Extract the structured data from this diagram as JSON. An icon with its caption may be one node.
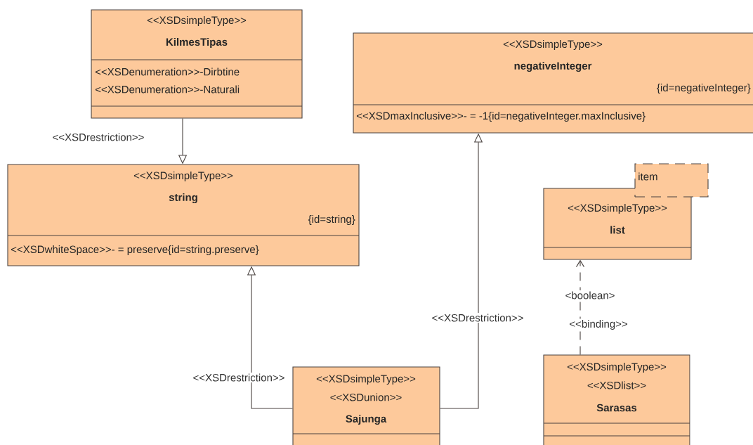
{
  "diagram": {
    "nodes": [
      {
        "text": [
          "<<XSDsimpleType>>",
          "KilmesTipas",
          "<<XSDenumeration>>-Dirbtine",
          "<<XSDenumeration>>-Naturali"
        ]
      },
      {
        "text": [
          "<<XSDsimpleType>>",
          "negativeInteger",
          "{id=negativeInteger}",
          "<<XSDmaxInclusive>>- = -1{id=negativeInteger.maxInclusive}"
        ]
      },
      {
        "text": [
          "<<XSDsimpleType>>",
          "string",
          "{id=string}",
          "<<XSDwhiteSpace>>- = preserve{id=string.preserve}"
        ]
      },
      {
        "text": [
          "<<XSDsimpleType>>",
          "list"
        ]
      },
      {
        "text": [
          "item"
        ]
      },
      {
        "text": [
          "<<XSDsimpleType>>",
          "<<XSDunion>>",
          "Sajunga"
        ]
      },
      {
        "text": [
          "<<XSDsimpleType>>",
          "<<XSDlist>>",
          "Sarasas"
        ]
      }
    ],
    "edges": [
      {
        "from": 0,
        "to": 2,
        "arrow": "to",
        "label": "<<XSDrestriction>>"
      },
      {
        "from": 5,
        "to": 2,
        "arrow": "to",
        "label": "<<XSDrestriction>>"
      },
      {
        "from": 5,
        "to": 1,
        "arrow": "to",
        "label": "<<XSDrestriction>>"
      },
      {
        "from": 6,
        "to": 3,
        "arrow": "to",
        "label": "<<binding>>",
        "style": "dashed"
      }
    ],
    "labels": [
      "<boolean>"
    ]
  }
}
